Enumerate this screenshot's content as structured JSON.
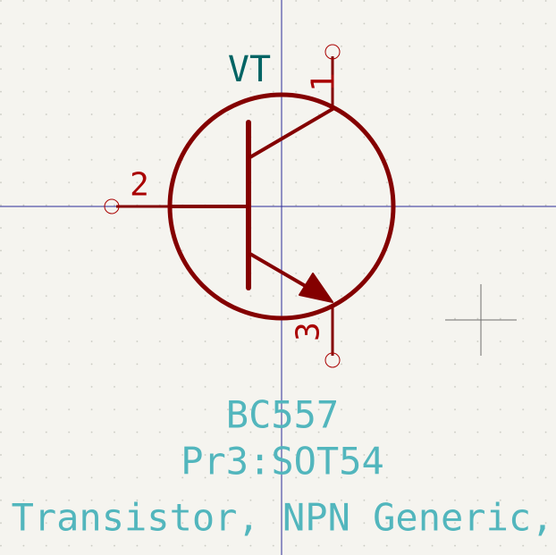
{
  "colors": {
    "background": "#f5f4ef",
    "grid_dot": "#c8c8c0",
    "symbol_body": "#840000",
    "pin_number": "#a90000",
    "reference": "#006464",
    "value_field": "#52b6bd",
    "axis": "#2b2b9a",
    "cursor": "#6e6e6e"
  },
  "symbol": {
    "reference": "VT",
    "pins": [
      {
        "number": "1",
        "role": "collector"
      },
      {
        "number": "2",
        "role": "base"
      },
      {
        "number": "3",
        "role": "emitter"
      }
    ]
  },
  "fields": {
    "value": "BC557",
    "footprint": "Pr3:SOT54",
    "description": "Transistor, NPN Generic,"
  }
}
